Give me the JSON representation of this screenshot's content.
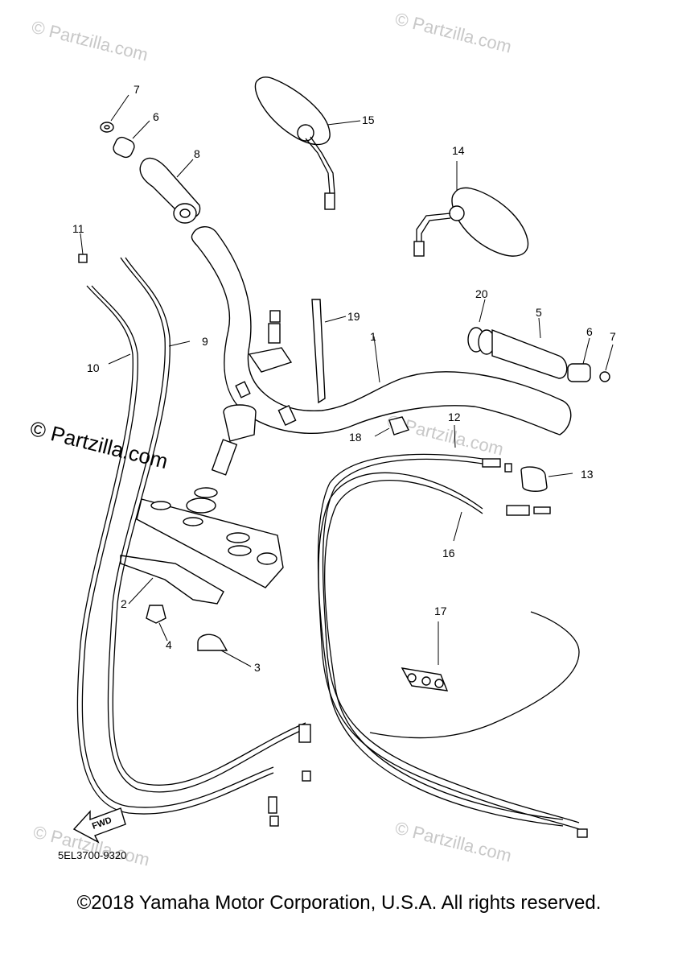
{
  "watermarks": {
    "top_left": "© Partzilla.com",
    "top_right": "© Partzilla.com",
    "middle_left": "© Partzilla.com",
    "middle_center": "© Partzilla.com",
    "bottom_left": "© Partzilla.com",
    "bottom_right": "© Partzilla.com"
  },
  "callouts": {
    "c1": "1",
    "c2": "2",
    "c3": "3",
    "c4": "4",
    "c5": "5",
    "c6a": "6",
    "c6b": "6",
    "c7a": "7",
    "c7b": "7",
    "c8": "8",
    "c9": "9",
    "c10": "10",
    "c11": "11",
    "c12": "12",
    "c13": "13",
    "c14": "14",
    "c15": "15",
    "c16": "16",
    "c17": "17",
    "c18": "18",
    "c19": "19",
    "c20": "20"
  },
  "fwd_label": "FWD",
  "diagram_code": "5EL3700-9320",
  "copyright": "©2018 Yamaha Motor Corporation, U.S.A. All rights reserved."
}
